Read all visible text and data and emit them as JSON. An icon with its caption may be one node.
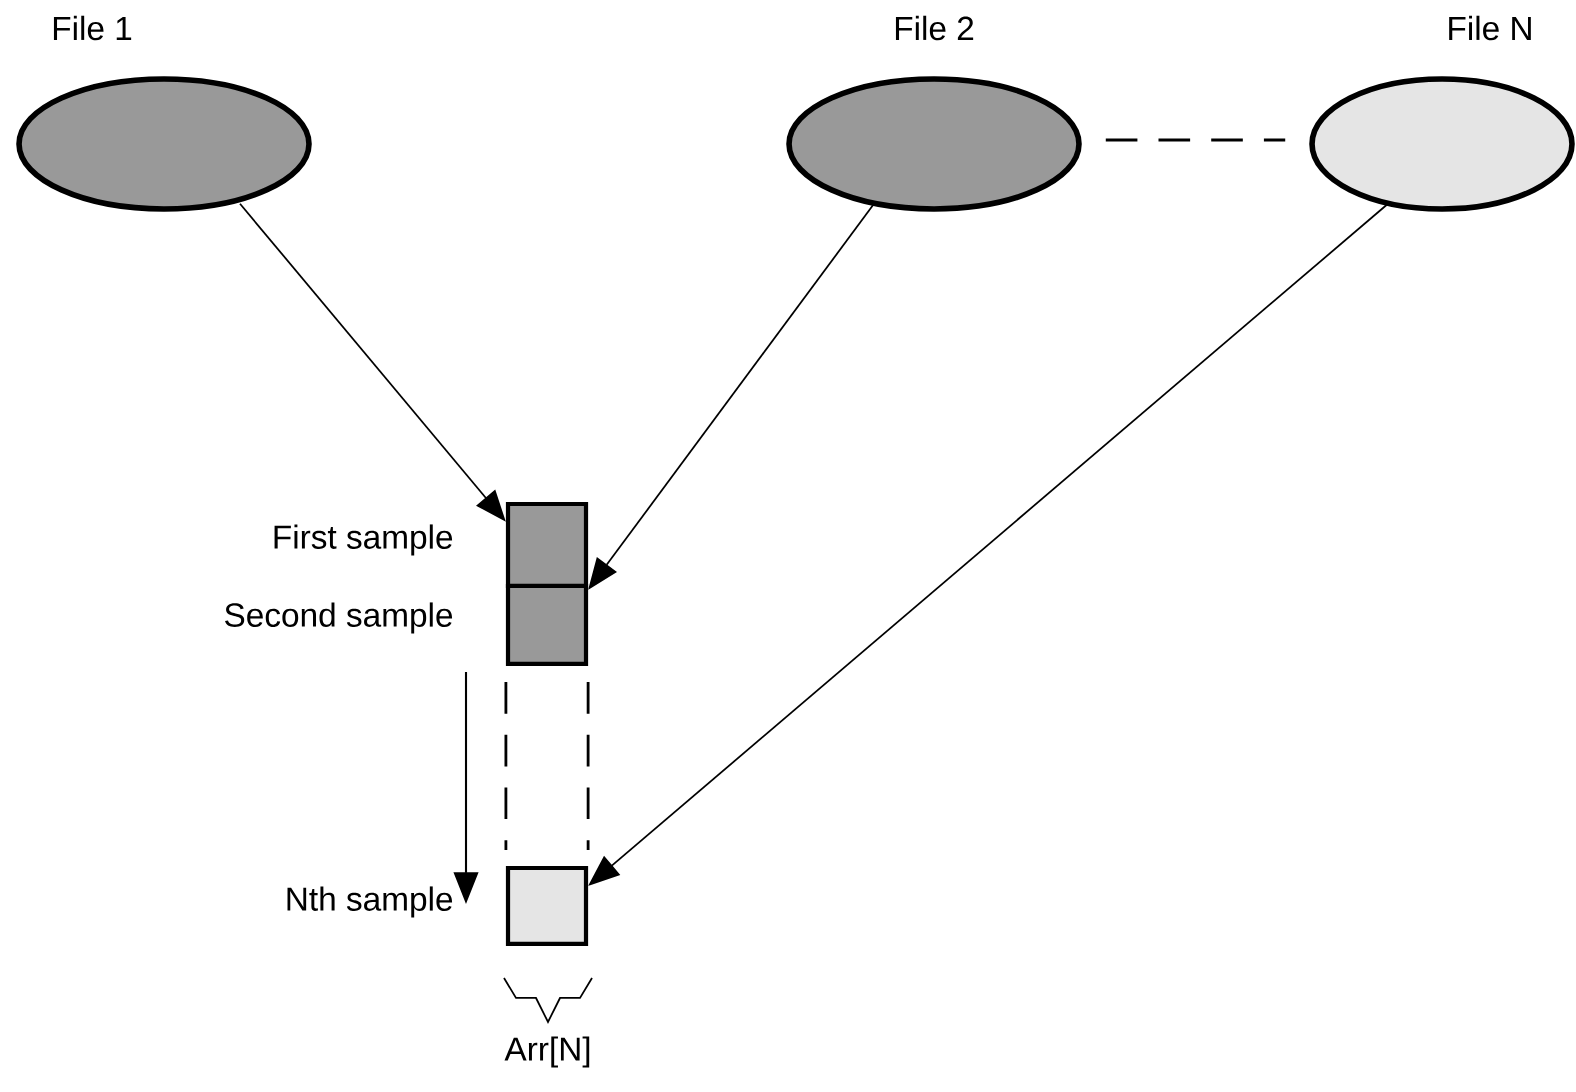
{
  "diagram": {
    "nodes": [
      {
        "text": [
          "File 1"
        ]
      },
      {
        "text": [
          "File 2"
        ]
      },
      {
        "text": [
          "File N"
        ]
      },
      {
        "text": [],
        "shape": "box",
        "beside": [
          "First sample"
        ]
      },
      {
        "text": [],
        "shape": "box",
        "beside": [
          "Second sample"
        ]
      },
      {
        "text": [],
        "shape": "box",
        "beside": [
          "Nth sample"
        ]
      }
    ],
    "edges": [
      {
        "from": 0,
        "to": 3,
        "arrow": "to"
      },
      {
        "from": 1,
        "to": 4,
        "arrow": "to"
      },
      {
        "from": 2,
        "to": 5,
        "arrow": "to"
      },
      {
        "from": 1,
        "to": 2,
        "arrow": "none",
        "style": "dashed"
      },
      {
        "from": 4,
        "to": 5,
        "arrow": "none",
        "style": "dashed"
      },
      {
        "from": 4,
        "to": 5,
        "arrow": "none",
        "style": "dashed"
      }
    ],
    "labels": [
      "Arr[N]"
    ]
  }
}
